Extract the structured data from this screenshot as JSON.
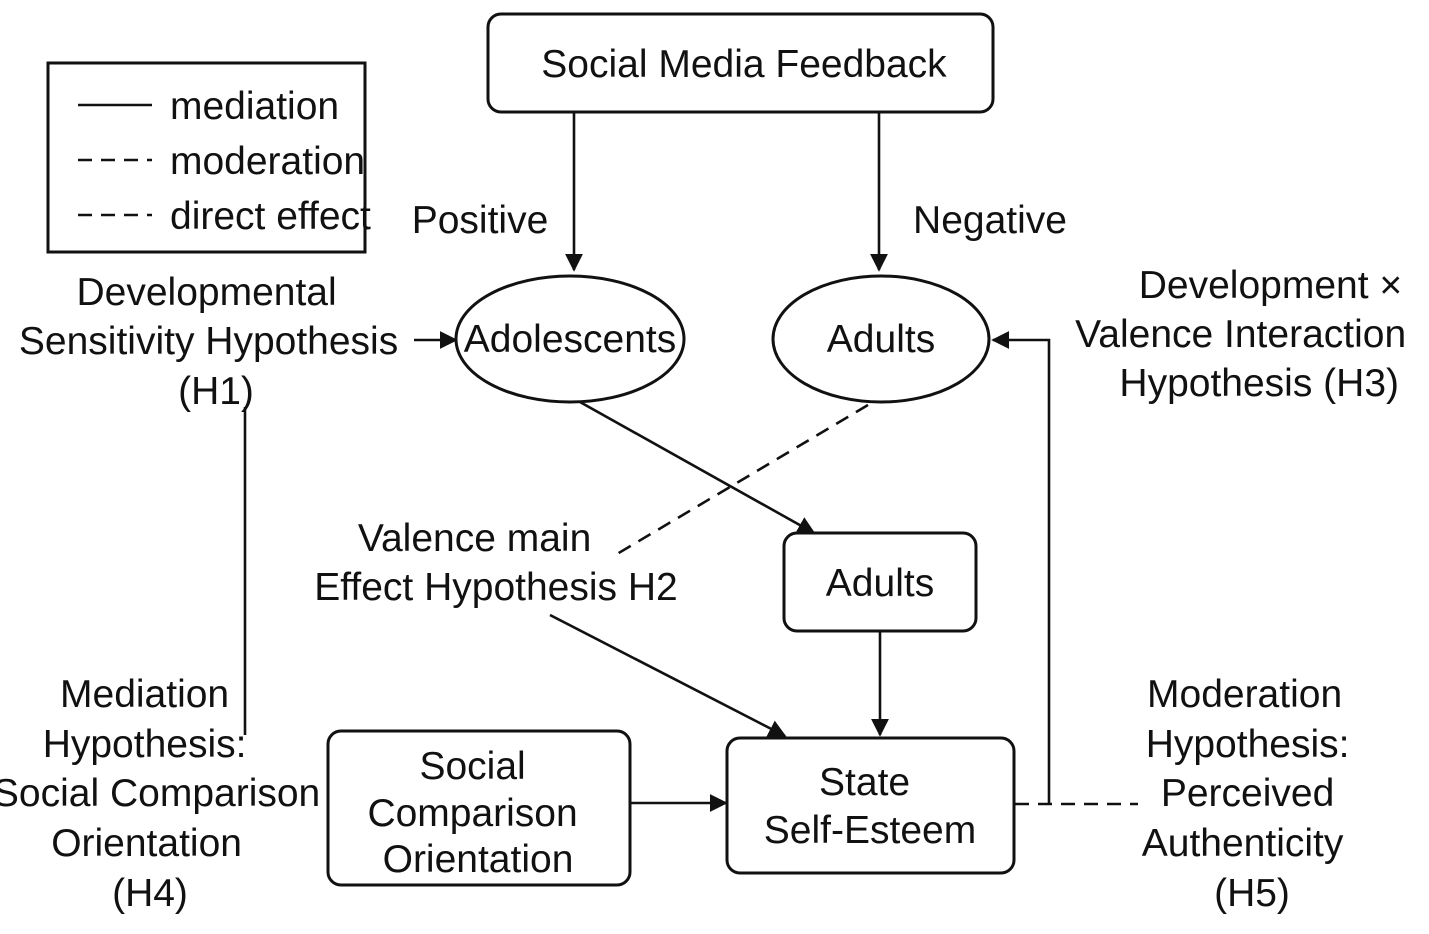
{
  "legend": {
    "mediation": "mediation",
    "moderation": "moderation",
    "direct_effect": "direct effect"
  },
  "nodes": {
    "social_media_feedback": "Social Media Feedback",
    "adolescents": "Adolescents",
    "adults_ellipse": "Adults",
    "adults_box": "Adults",
    "state_self_esteem": [
      "State",
      "Self-Esteem"
    ],
    "social_comparison_orientation": [
      "Social",
      "Comparison",
      "Orientation"
    ]
  },
  "edge_labels": {
    "positive": "Positive",
    "negative": "Negative"
  },
  "hypotheses": {
    "h1": [
      "Developmental",
      "Sensitivity Hypothesis",
      "(H1)"
    ],
    "h2": [
      "Valence main",
      "Effect Hypothesis H2"
    ],
    "h3": [
      "Development ×",
      "Valence Interaction",
      "Hypothesis (H3)"
    ],
    "h4": [
      "Mediation",
      "Hypothesis:",
      "Social Comparison",
      "Orientation",
      "(H4)"
    ],
    "h5": [
      "Moderation",
      "Hypothesis:",
      "Perceived",
      "Authenticity",
      "(H5)"
    ]
  },
  "colors": {
    "stroke": "#111111",
    "background": "#ffffff"
  }
}
